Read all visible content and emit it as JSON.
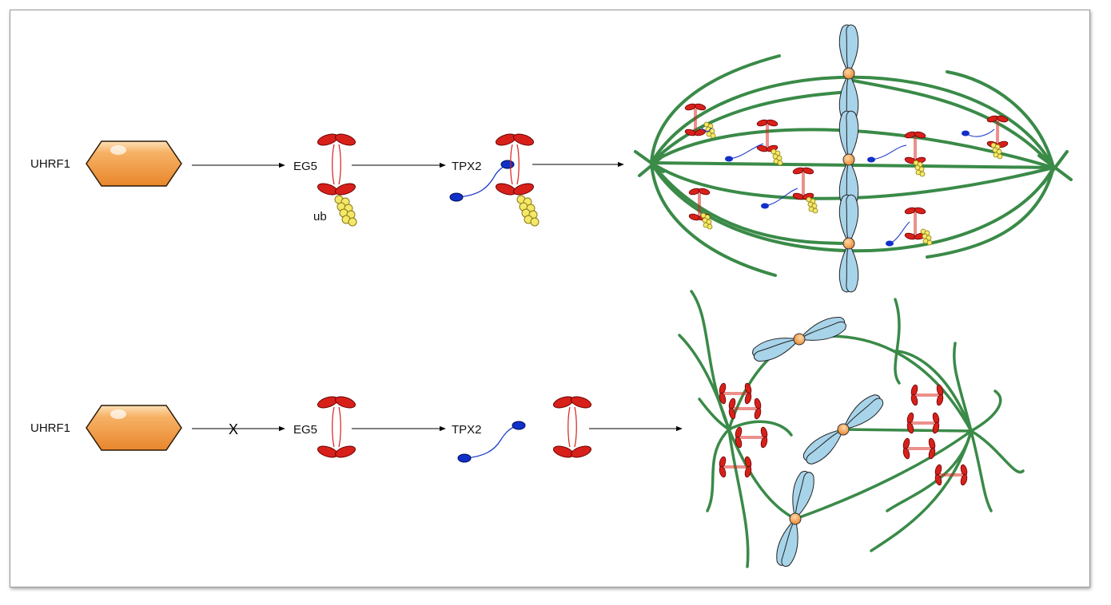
{
  "row1": {
    "uhrf1": "UHRF1",
    "eg5": "EG5",
    "ub": "ub",
    "tpx2": "TPX2"
  },
  "row2": {
    "uhrf1": "UHRF1",
    "eg5": "EG5",
    "tpx2": "TPX2",
    "blocked_mark": "X"
  },
  "colors": {
    "hexagon": "#f29a3c",
    "motor": "#d8201a",
    "tpx2": "#1030c8",
    "ubiquitin": "#f4e86a",
    "microtubule": "#3a8a48",
    "chromosome": "#a8d4ea",
    "centromere": "#f29a3c"
  }
}
